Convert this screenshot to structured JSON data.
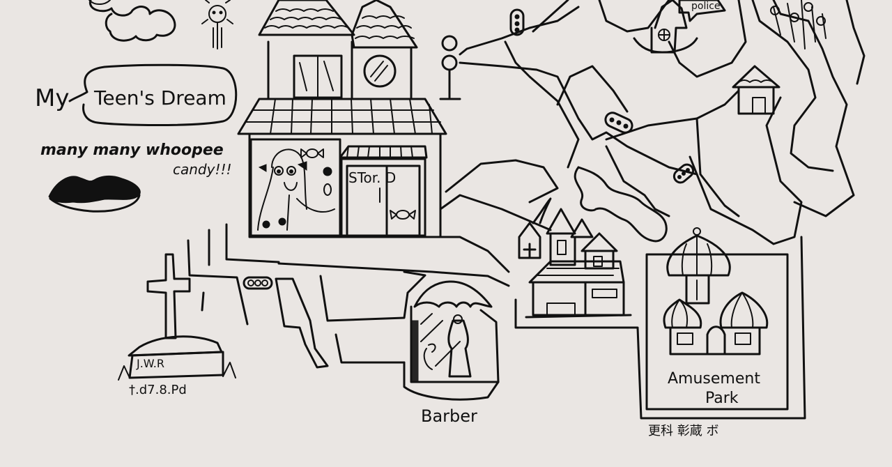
{
  "title": {
    "prefix": "My",
    "boxed": "Teen's Dream"
  },
  "candy_note": {
    "line1": "many many whoopee",
    "line2": "candy!!!"
  },
  "store_sign": "STor. D",
  "police_sign": "police",
  "grave_text": {
    "line1": "J.W.R",
    "line2": "†.d7.8.Pd"
  },
  "labels": {
    "barber": "Barber",
    "amusement_line1": "Amusement",
    "amusement_line2": "Park"
  },
  "signature": "更科 彰蔵 ボ",
  "colors": {
    "paper": "#eae6e3",
    "ink": "#111111"
  }
}
